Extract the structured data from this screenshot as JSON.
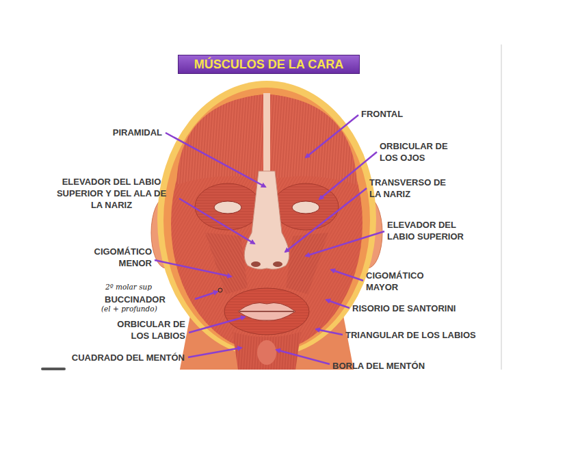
{
  "diagram": {
    "title": "MÚSCULOS DE LA CARA",
    "labels": [
      "FRONTAL",
      "PIRAMIDAL",
      "ORBICULAR DE LOS OJOS",
      "ELEVADOR DEL LABIO SUPERIOR Y DEL ALA DE LA NARIZ",
      "TRANSVERSO DE LA NARIZ",
      "ELEVADOR DEL LABIO SUPERIOR",
      "CIGOMÁTICO MENOR",
      "CIGOMÁTICO MAYOR",
      "2º molar sup",
      "BUCCINADOR",
      "(el + profundo)",
      "RISORIO DE SANTORINI",
      "ORBICULAR DE LOS LABIOS",
      "TRIANGULAR DE LOS LABIOS",
      "CUADRADO DEL MENTÓN",
      "BORLA DEL MENTÓN"
    ]
  }
}
